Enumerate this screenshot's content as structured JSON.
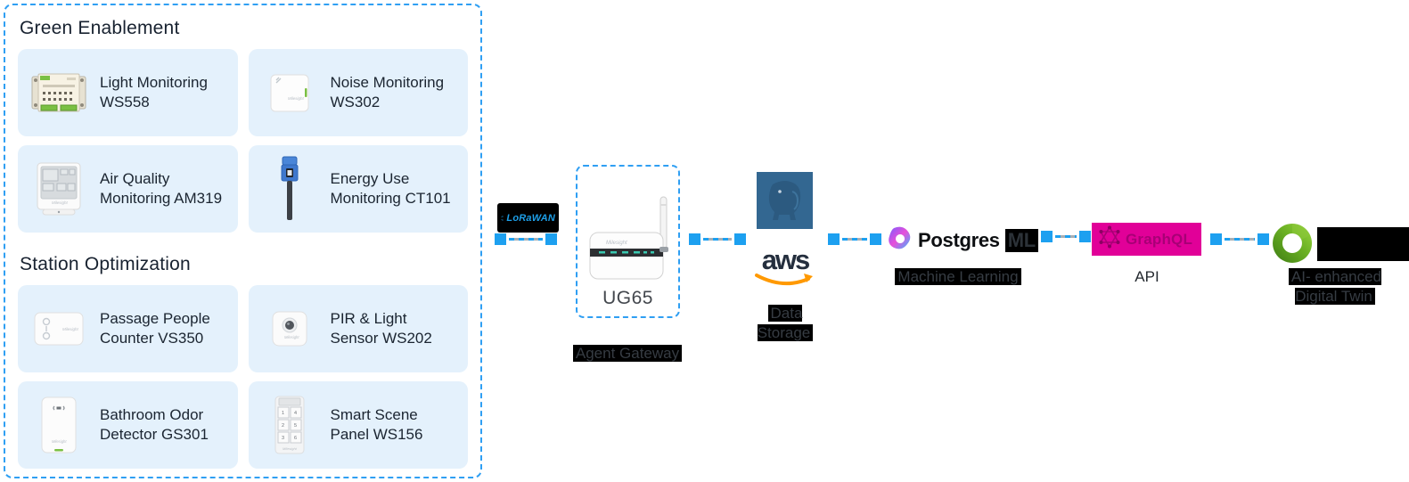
{
  "panel": {
    "sections": [
      {
        "title": "Green Enablement",
        "cards": [
          {
            "label": "Light Monitoring WS558",
            "icon": "light-controller-ws558-icon"
          },
          {
            "label": "Noise Monitoring WS302",
            "icon": "noise-sensor-ws302-icon"
          },
          {
            "label": "Air Quality Monitoring AM319",
            "icon": "air-quality-am319-icon"
          },
          {
            "label": "Energy Use Monitoring CT101",
            "icon": "energy-meter-ct101-icon"
          }
        ]
      },
      {
        "title": "Station Optimization",
        "cards": [
          {
            "label": "Passage People Counter VS350",
            "icon": "people-counter-vs350-icon"
          },
          {
            "label": "PIR & Light Sensor WS202",
            "icon": "pir-light-sensor-ws202-icon"
          },
          {
            "label": "Bathroom Odor Detector GS301",
            "icon": "odor-detector-gs301-icon"
          },
          {
            "label": "Smart Scene Panel WS156",
            "icon": "scene-panel-ws156-icon"
          }
        ]
      }
    ]
  },
  "flow": {
    "lorawan": {
      "wordmark": "LoRaWAN",
      "icon": "lorawan-logo"
    },
    "gateway": {
      "model": "UG65",
      "caption": "Agent Gateway",
      "icon": "ug65-gateway-device"
    },
    "storage": {
      "aws_wordmark": "aws",
      "caption": "Data Storage",
      "icons": [
        "postgresql-elephant-icon",
        "aws-smile-logo"
      ]
    },
    "ml": {
      "wordmark_head": "Postgres",
      "wordmark_tail": "ML",
      "caption": "Machine Learning",
      "icon": "postgresml-gradient-icon"
    },
    "api": {
      "wordmark": "GraphQL",
      "caption": "API",
      "icon": "graphql-hexagram-icon"
    },
    "digital_twin": {
      "caption": "AI- enhanced Digital Twin",
      "icon": "green-ring-logo"
    }
  },
  "colors": {
    "dashed_border_blue": "#2f9ff3",
    "connector_blue": "#1da0f0",
    "connector_gray": "#a9afb5",
    "card_bg": "#e4f1fc",
    "postgres_blue": "#336791",
    "aws_navy": "#252f3e",
    "aws_orange": "#ff9900",
    "graphql_pink": "#e10098",
    "twin_green": "#6ab023",
    "label_highlight_bg": "#000000"
  }
}
